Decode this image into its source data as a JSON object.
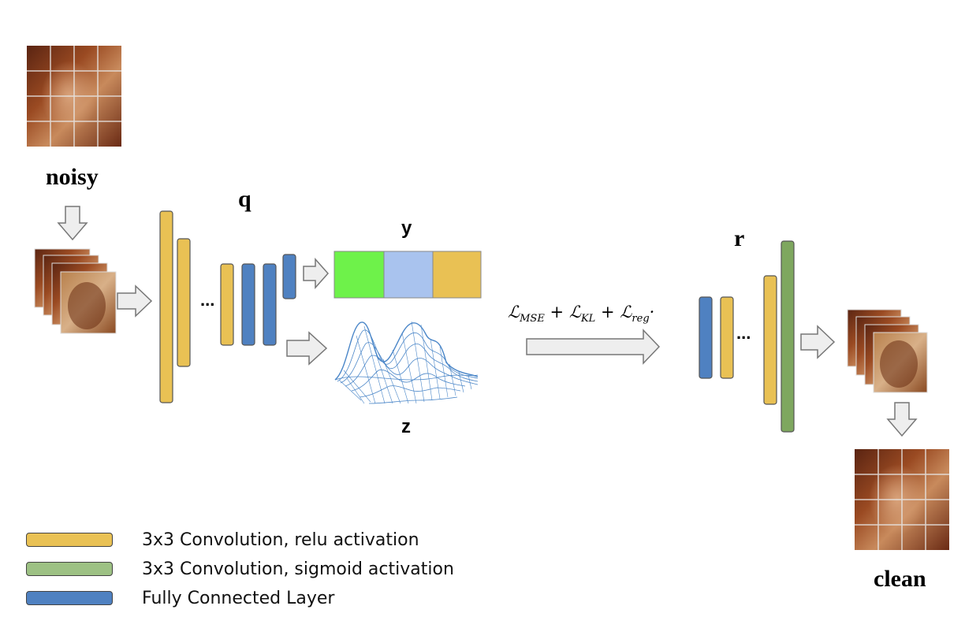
{
  "labels": {
    "noisy": "noisy",
    "clean": "clean",
    "q": "q",
    "r": "r",
    "y": "y",
    "z": "z",
    "ellipsis": "..."
  },
  "loss": {
    "L": "ℒ",
    "mse": "MSE",
    "kl": "KL",
    "reg": "reg",
    "plus": "+",
    "trail": "·"
  },
  "legend": [
    {
      "label": "3x3 Convolution, relu activation",
      "color": "#E9C154"
    },
    {
      "label": "3x3 Convolution, sigmoid activation",
      "color": "#9DC184"
    },
    {
      "label": "Fully Connected Layer",
      "color": "#4F81C1"
    }
  ],
  "colors": {
    "relu": "#E9C154",
    "sigmoid": "#7EA75F",
    "fc": "#4F81C1",
    "y_green": "#6EF24A",
    "y_blue": "#A9C3EE",
    "y_yellow": "#E9C154",
    "mesh": "#4A86C8",
    "arrow_fill": "#EEEEEE",
    "arrow_stroke": "#777777"
  }
}
